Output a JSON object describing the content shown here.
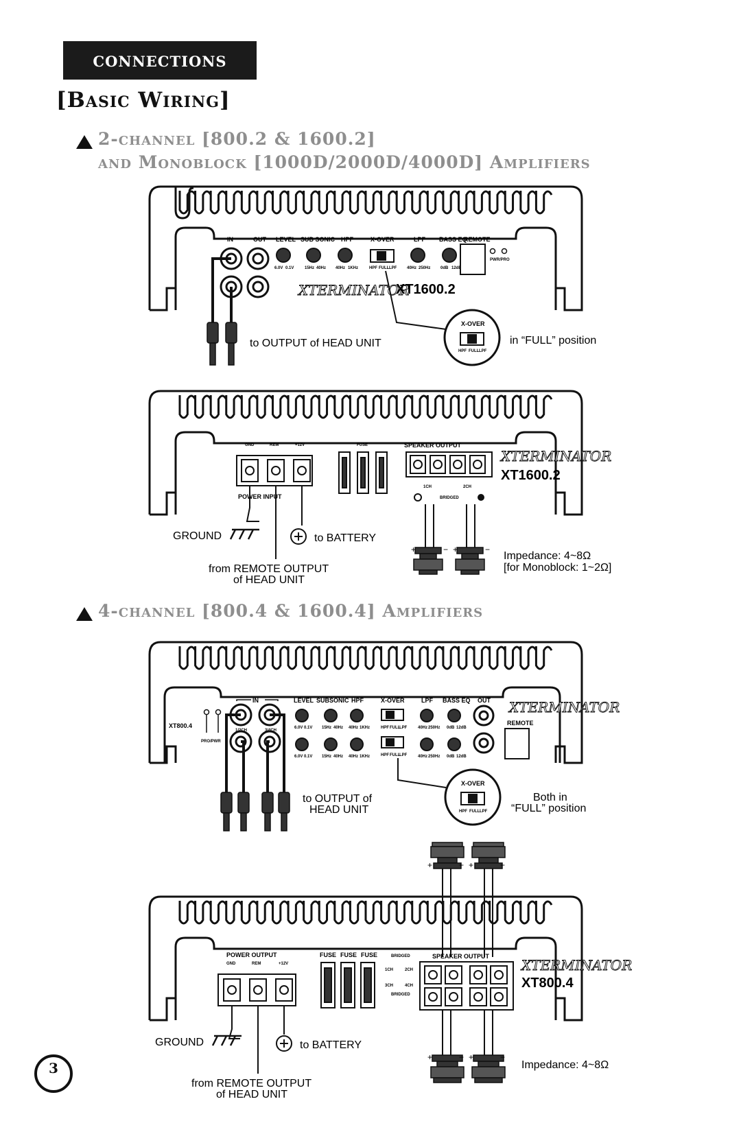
{
  "header": {
    "title": "Connections",
    "subtitle": "[Basic Wiring]"
  },
  "section_2ch": {
    "title_line1": "2-channel [800.2 & 1600.2]",
    "title_line2": "and Monoblock [1000D/2000D/4000D] Amplifiers"
  },
  "section_4ch": {
    "title": "4-channel [800.4 & 1600.4] Amplifiers"
  },
  "brand": "XTERMINATOR",
  "amp_2ch_top": {
    "model": "XT1600.2",
    "controls": [
      "IN",
      "OUT",
      "LEVEL",
      "SUB SONIC",
      "HPF",
      "X-OVER",
      "LPF",
      "BASS EQ",
      "REMOTE"
    ],
    "ranges": {
      "level": [
        "6.0V",
        "0.1V"
      ],
      "subsonic": [
        "15Hz",
        "40Hz"
      ],
      "hpf": [
        "40Hz",
        "1KHz"
      ],
      "xover": [
        "HPF",
        "FULL",
        "LPF"
      ],
      "lpf": [
        "40Hz",
        "250Hz"
      ],
      "basseq": [
        "0dB",
        "12dB"
      ]
    },
    "pwr_pro": "PWR/PRO",
    "callout_xover": "X-OVER",
    "note_output": "to OUTPUT of HEAD UNIT",
    "note_full": "in “FULL” position"
  },
  "amp_2ch_bottom": {
    "model": "XT1600.2",
    "power_labels": [
      "GND",
      "REM",
      "+12V"
    ],
    "power_input": "POWER INPUT",
    "fuse": "FUSE",
    "speaker_output": "SPEAKER OUTPUT",
    "ch1": "1CH",
    "ch2": "2CH",
    "bridged": "BRIDGED",
    "ground": "GROUND",
    "battery": "to BATTERY",
    "remote_line1": "from REMOTE OUTPUT",
    "remote_line2": "of HEAD UNIT",
    "impedance": "Impedance: 4~8Ω",
    "monoblock": "[for Monoblock: 1~2Ω]"
  },
  "amp_4ch_top": {
    "model": "XT800.4",
    "in": "IN",
    "in_channels": [
      "1/2CH",
      "3/4CH"
    ],
    "pro_pwr": "PRO/PWR",
    "controls": [
      "LEVEL",
      "SUBSONIC",
      "HPF",
      "X-OVER",
      "LPF",
      "BASS EQ",
      "OUT",
      "REMOTE"
    ],
    "ranges": {
      "level": [
        "6.0V",
        "0.1V"
      ],
      "subsonic": [
        "15Hz",
        "40Hz"
      ],
      "hpf": [
        "40Hz",
        "1KHz"
      ],
      "lpf": [
        "40Hz",
        "250Hz"
      ],
      "basseq": [
        "0dB",
        "12dB"
      ]
    },
    "xover_positions": [
      "HPF",
      "FULL",
      "LPF"
    ],
    "callout_xover": "X-OVER",
    "note_output_line1": "to OUTPUT of",
    "note_output_line2": "HEAD UNIT",
    "note_both_line1": "Both in",
    "note_both_line2": "“FULL” position"
  },
  "amp_4ch_bottom": {
    "model": "XT800.4",
    "power_output": "POWER OUTPUT",
    "power_labels": [
      "GND",
      "REM",
      "+12V"
    ],
    "fuse": "FUSE",
    "speaker_output": "SPEAKER OUTPUT",
    "bridged": "BRIDGED",
    "channels": [
      "1CH",
      "2CH",
      "3CH",
      "4CH"
    ],
    "ground": "GROUND",
    "battery": "to BATTERY",
    "remote_line1": "from REMOTE OUTPUT",
    "remote_line2": "of HEAD UNIT",
    "impedance": "Impedance: 4~8Ω"
  },
  "page_number": "3"
}
